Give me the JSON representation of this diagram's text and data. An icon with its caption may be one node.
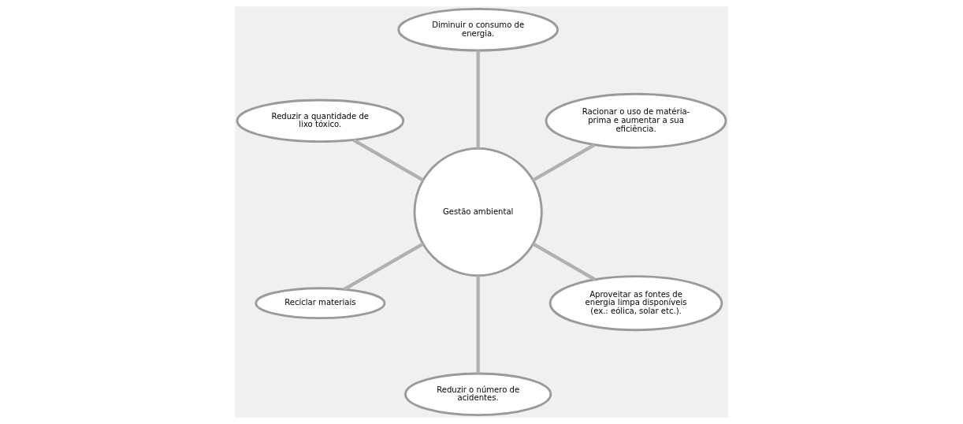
{
  "diagram": {
    "nodes": [
      {
        "text": [
          "Gestão ambiental"
        ]
      },
      {
        "text": [
          "Racionar o uso de matéria-prima e aumentar a sua eficiência."
        ]
      },
      {
        "text": [
          "Diminuir o consumo de energia."
        ]
      },
      {
        "text": [
          "Reduzir a quantidade de lixo tóxico."
        ]
      },
      {
        "text": [
          "Reciclar materiais"
        ]
      },
      {
        "text": [
          "Reduzir o número de acidentes."
        ]
      },
      {
        "text": [
          "Aproveitar as fontes de energia limpa disponíveis (ex.: eólica, solar etc.)."
        ]
      }
    ],
    "edges": [
      {
        "from": 0,
        "to": 1,
        "arrow": "none"
      },
      {
        "from": 0,
        "to": 2,
        "arrow": "none"
      },
      {
        "from": 0,
        "to": 4,
        "arrow": "none"
      },
      {
        "from": 0,
        "to": 6,
        "arrow": "none"
      },
      {
        "from": 0,
        "to": 5,
        "arrow": "none"
      },
      {
        "from": 0,
        "to": 3,
        "arrow": "none"
      }
    ]
  }
}
